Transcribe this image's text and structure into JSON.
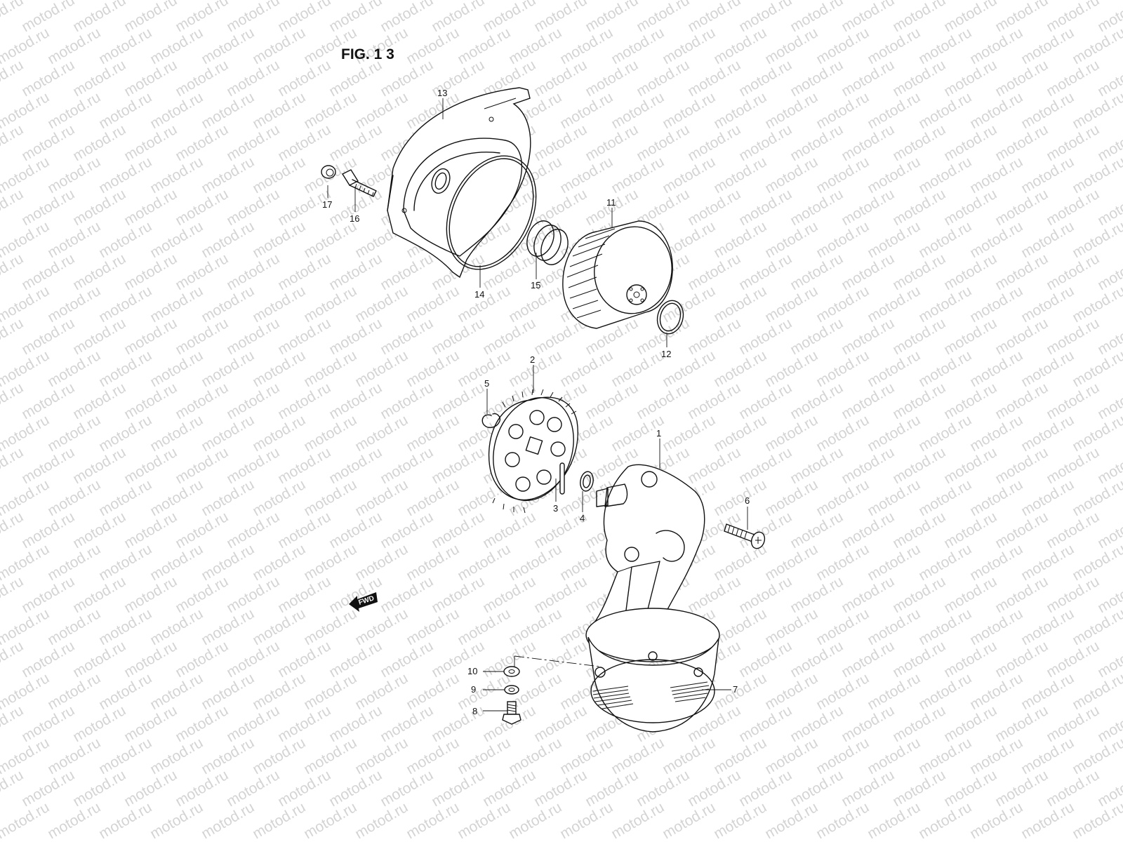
{
  "figure": {
    "label": "FIG. 1 3"
  },
  "watermark": {
    "text": "motod.ru"
  },
  "fwd_badge": {
    "text": "FWD"
  },
  "callouts": {
    "c1": "1",
    "c2": "2",
    "c3": "3",
    "c4": "4",
    "c5": "5",
    "c6": "6",
    "c7": "7",
    "c8": "8",
    "c9": "9",
    "c10": "10",
    "c11": "11",
    "c12": "12",
    "c13": "13",
    "c14": "14",
    "c15": "15",
    "c16": "16",
    "c17": "17"
  }
}
